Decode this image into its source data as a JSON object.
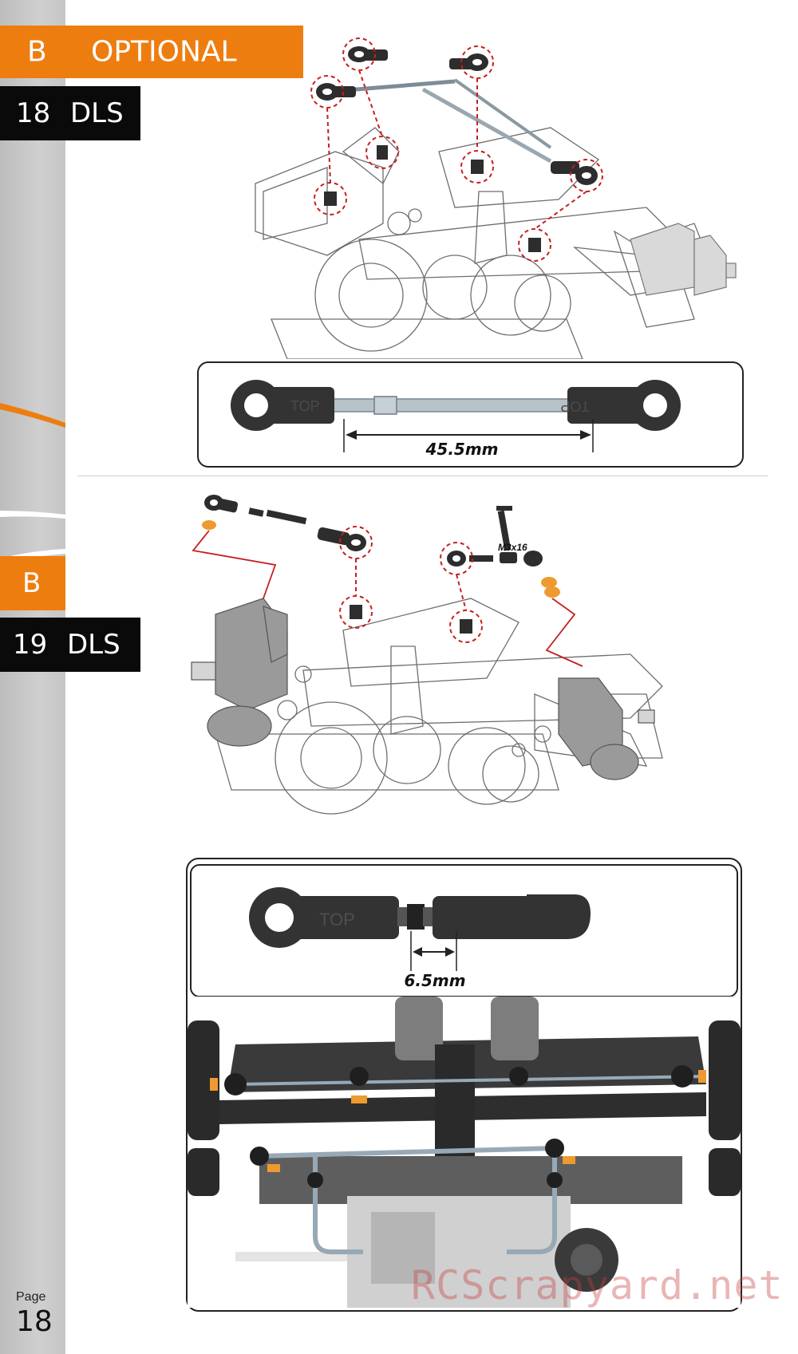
{
  "sidebar": {
    "page_label": "Page",
    "page_number": "18"
  },
  "section_header": {
    "letter": "B",
    "title": "OPTIONAL"
  },
  "step18": {
    "number": "18",
    "title": "DLS",
    "measurement": "45.5mm"
  },
  "step19": {
    "letter": "B",
    "number": "19",
    "title": "DLS",
    "screw_label": "M3x16",
    "measurement": "6.5mm"
  },
  "rod_end_text": "TOP",
  "watermark": "RCScrapyard.net",
  "colors": {
    "accent_orange": "#ee7d10",
    "header_black": "#0a0a0a",
    "sidebar_gray": "#c4c4c4",
    "callout_red": "#c81e1e"
  }
}
